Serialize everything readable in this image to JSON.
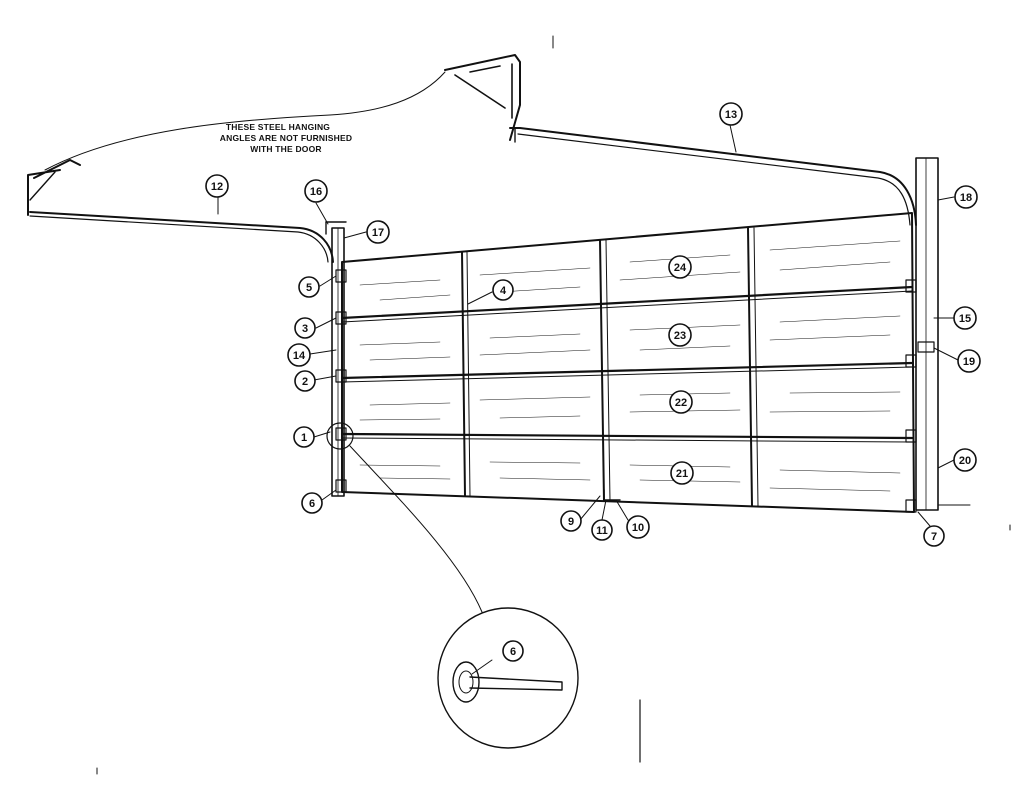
{
  "note": {
    "line1": "THESE STEEL HANGING",
    "line2": "ANGLES ARE NOT FURNISHED",
    "line3": "WITH THE DOOR"
  },
  "callouts": {
    "c1": "1",
    "c2": "2",
    "c3": "3",
    "c4": "4",
    "c5": "5",
    "c6": "6",
    "c6b": "6",
    "c7": "7",
    "c9": "9",
    "c10": "10",
    "c11": "11",
    "c12": "12",
    "c13": "13",
    "c14": "14",
    "c15": "15",
    "c16": "16",
    "c17": "17",
    "c18": "18",
    "c19": "19",
    "c20": "20",
    "c21": "21",
    "c22": "22",
    "c23": "23",
    "c24": "24"
  }
}
